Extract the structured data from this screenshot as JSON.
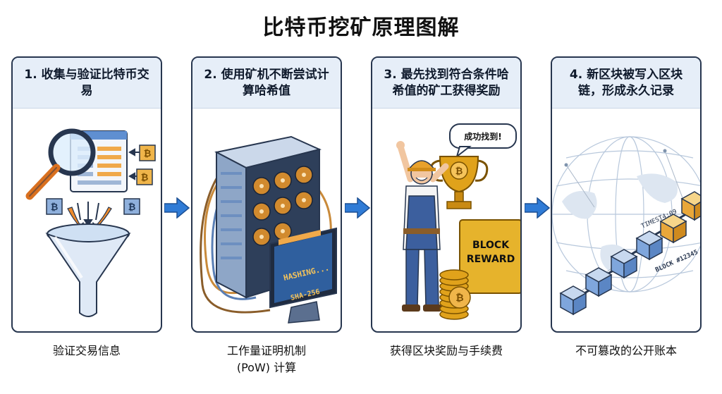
{
  "title": "比特币挖矿原理图解",
  "steps": [
    {
      "heading": "1. 收集与验证比特币交易",
      "caption": "验证交易信息"
    },
    {
      "heading": "2. 使用矿机不断尝试计算哈希值",
      "caption": "工作量证明机制\n(PoW) 计算",
      "screen_line1": "HASHING...",
      "screen_line2": "SHA-256"
    },
    {
      "heading": "3. 最先找到符合条件哈希值的矿工获得奖励",
      "caption": "获得区块奖励与手续费",
      "speech": "成功找到!",
      "reward_line1": "BLOCK",
      "reward_line2": "REWARD"
    },
    {
      "heading": "4. 新区块被写入区块链，形成永久记录",
      "caption": "不可篡改的公开账本",
      "timestamp": "TIMEST4:09",
      "block_label": "BLOCK #12345"
    }
  ],
  "colors": {
    "card_border": "#27364f",
    "card_header": "#e6eef8",
    "arrow": "#2f7bd6",
    "gold": "#e0a21b",
    "block_blue": "#7fa6dc"
  },
  "icons": [
    "magnifier-icon",
    "bitcoin-icon",
    "funnel-icon",
    "server-icon",
    "monitor-icon",
    "trophy-icon",
    "miner-icon",
    "coin-stack-icon",
    "chain-block-icon",
    "globe-icon"
  ]
}
